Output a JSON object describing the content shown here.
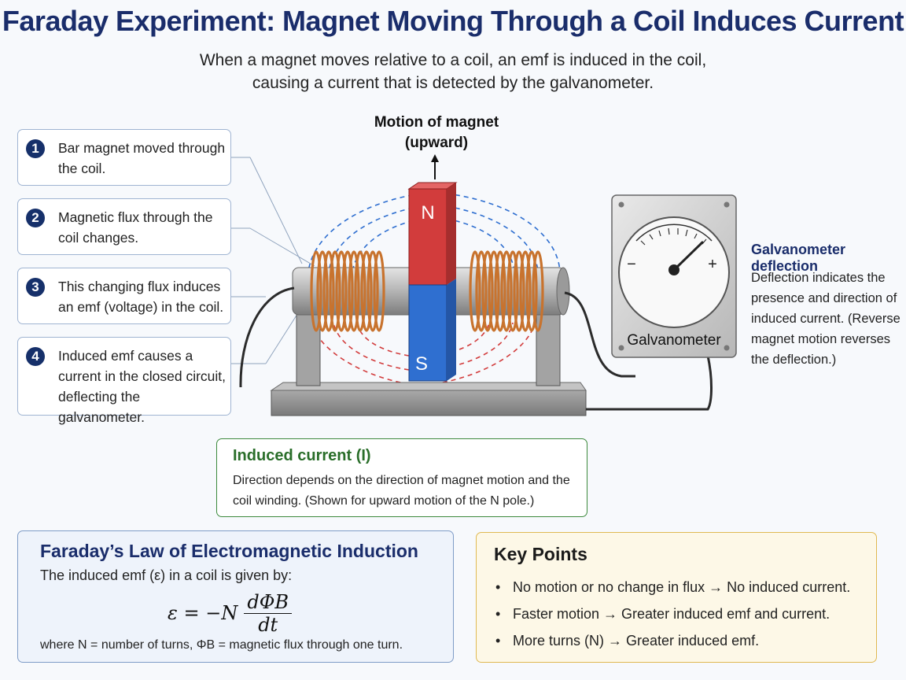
{
  "title": "Faraday Experiment: Magnet Moving Through a Coil Induces Current",
  "subtitle_line1": "When a magnet moves relative to a coil, an emf is induced in the coil,",
  "subtitle_line2": "causing a current that is detected by the galvanometer.",
  "steps": [
    {
      "num": "1",
      "text": "Bar magnet moved through the coil."
    },
    {
      "num": "2",
      "text": "Magnetic flux through the coil changes."
    },
    {
      "num": "3",
      "text": "This changing flux induces an emf (voltage) in the coil."
    },
    {
      "num": "4",
      "text": "Induced emf causes a current in the closed circuit, deflecting the galvanometer."
    }
  ],
  "motion_label_line1": "Motion of magnet",
  "motion_label_line2": "(upward)",
  "magnet": {
    "north": "N",
    "south": "S",
    "north_color": "#d23c3c",
    "south_color": "#2f6fd0"
  },
  "galvanometer": {
    "label": "Galvanometer",
    "minus": "−",
    "plus": "+",
    "heading": "Galvanometer deflection",
    "description": "Deflection indicates the presence and direction of induced current. (Reverse magnet motion reverses the deflection.)"
  },
  "induced_current": {
    "heading": "Induced current (I)",
    "body": "Direction depends on the direction of magnet motion and the coil winding. (Shown for upward motion of the N pole.)"
  },
  "faraday_law": {
    "heading": "Faraday’s Law of Electromagnetic Induction",
    "intro": "The induced emf (ε) in a coil is given by:",
    "lhs": "ε = −N",
    "numerator": "dΦB",
    "denominator": "dt",
    "where": "where N = number of turns, ΦB = magnetic flux through one turn."
  },
  "key_points": {
    "heading": "Key Points",
    "items": [
      "No motion or no change in flux → No induced current.",
      "Faster motion → Greater induced emf and current.",
      "More turns (N) → Greater induced emf."
    ]
  },
  "colors": {
    "title": "#1a2d6b",
    "copper": "#c8732e",
    "field_top": "#2f6fd0",
    "field_bottom": "#d23c3c",
    "green": "#2a6e2a"
  }
}
